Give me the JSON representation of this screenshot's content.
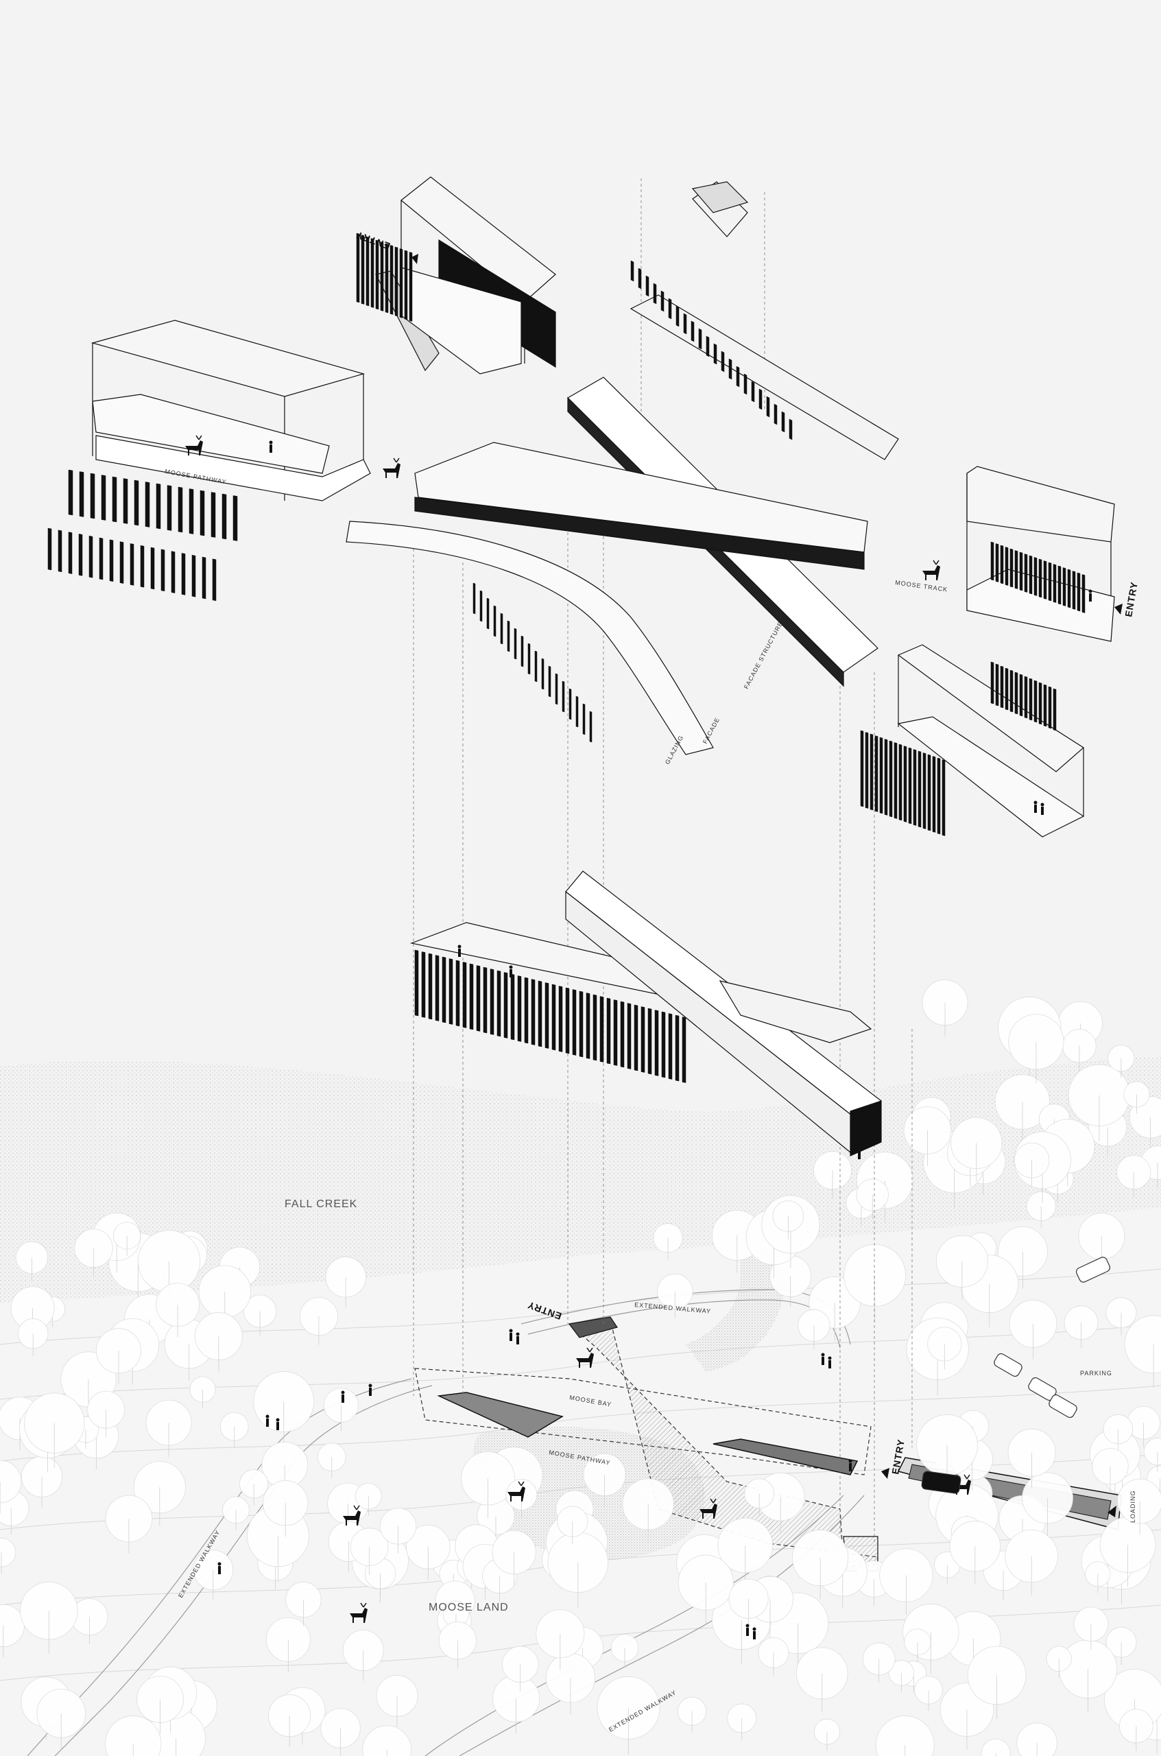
{
  "labels": {
    "entry_top": "ENTRY",
    "entry_right": "ENTRY",
    "entry_site": "ENTRY",
    "entry_site_lower": "ENTRY",
    "moose_pathway_upper": "MOOSE PATHWAY",
    "moose_track": "MOOSE TRACK",
    "facade_structure": "FACADE STRUCTURE",
    "facade": "FACADE",
    "glazing": "GLAZING",
    "fall_creek": "FALL CREEK",
    "extended_walkway_top": "EXTENDED WALKWAY",
    "extended_walkway_left": "EXTENDED WALKWAY",
    "extended_walkway_bottom": "EXTENDED WALKWAY",
    "moose_bay": "MOOSE BAY",
    "moose_pathway_site": "MOOSE PATHWAY",
    "moose_land": "MOOSE LAND",
    "loading": "LOADING",
    "parking": "PARKING"
  },
  "colors": {
    "background": "#f2f3f2",
    "line": "#1a1a1a",
    "fin": "#111111",
    "tree": "#ffffff",
    "stipple": "#c9cac9"
  },
  "icons": [
    "moose-icon",
    "person-icon",
    "car-icon",
    "entry-arrow-icon",
    "tree-icon"
  ]
}
